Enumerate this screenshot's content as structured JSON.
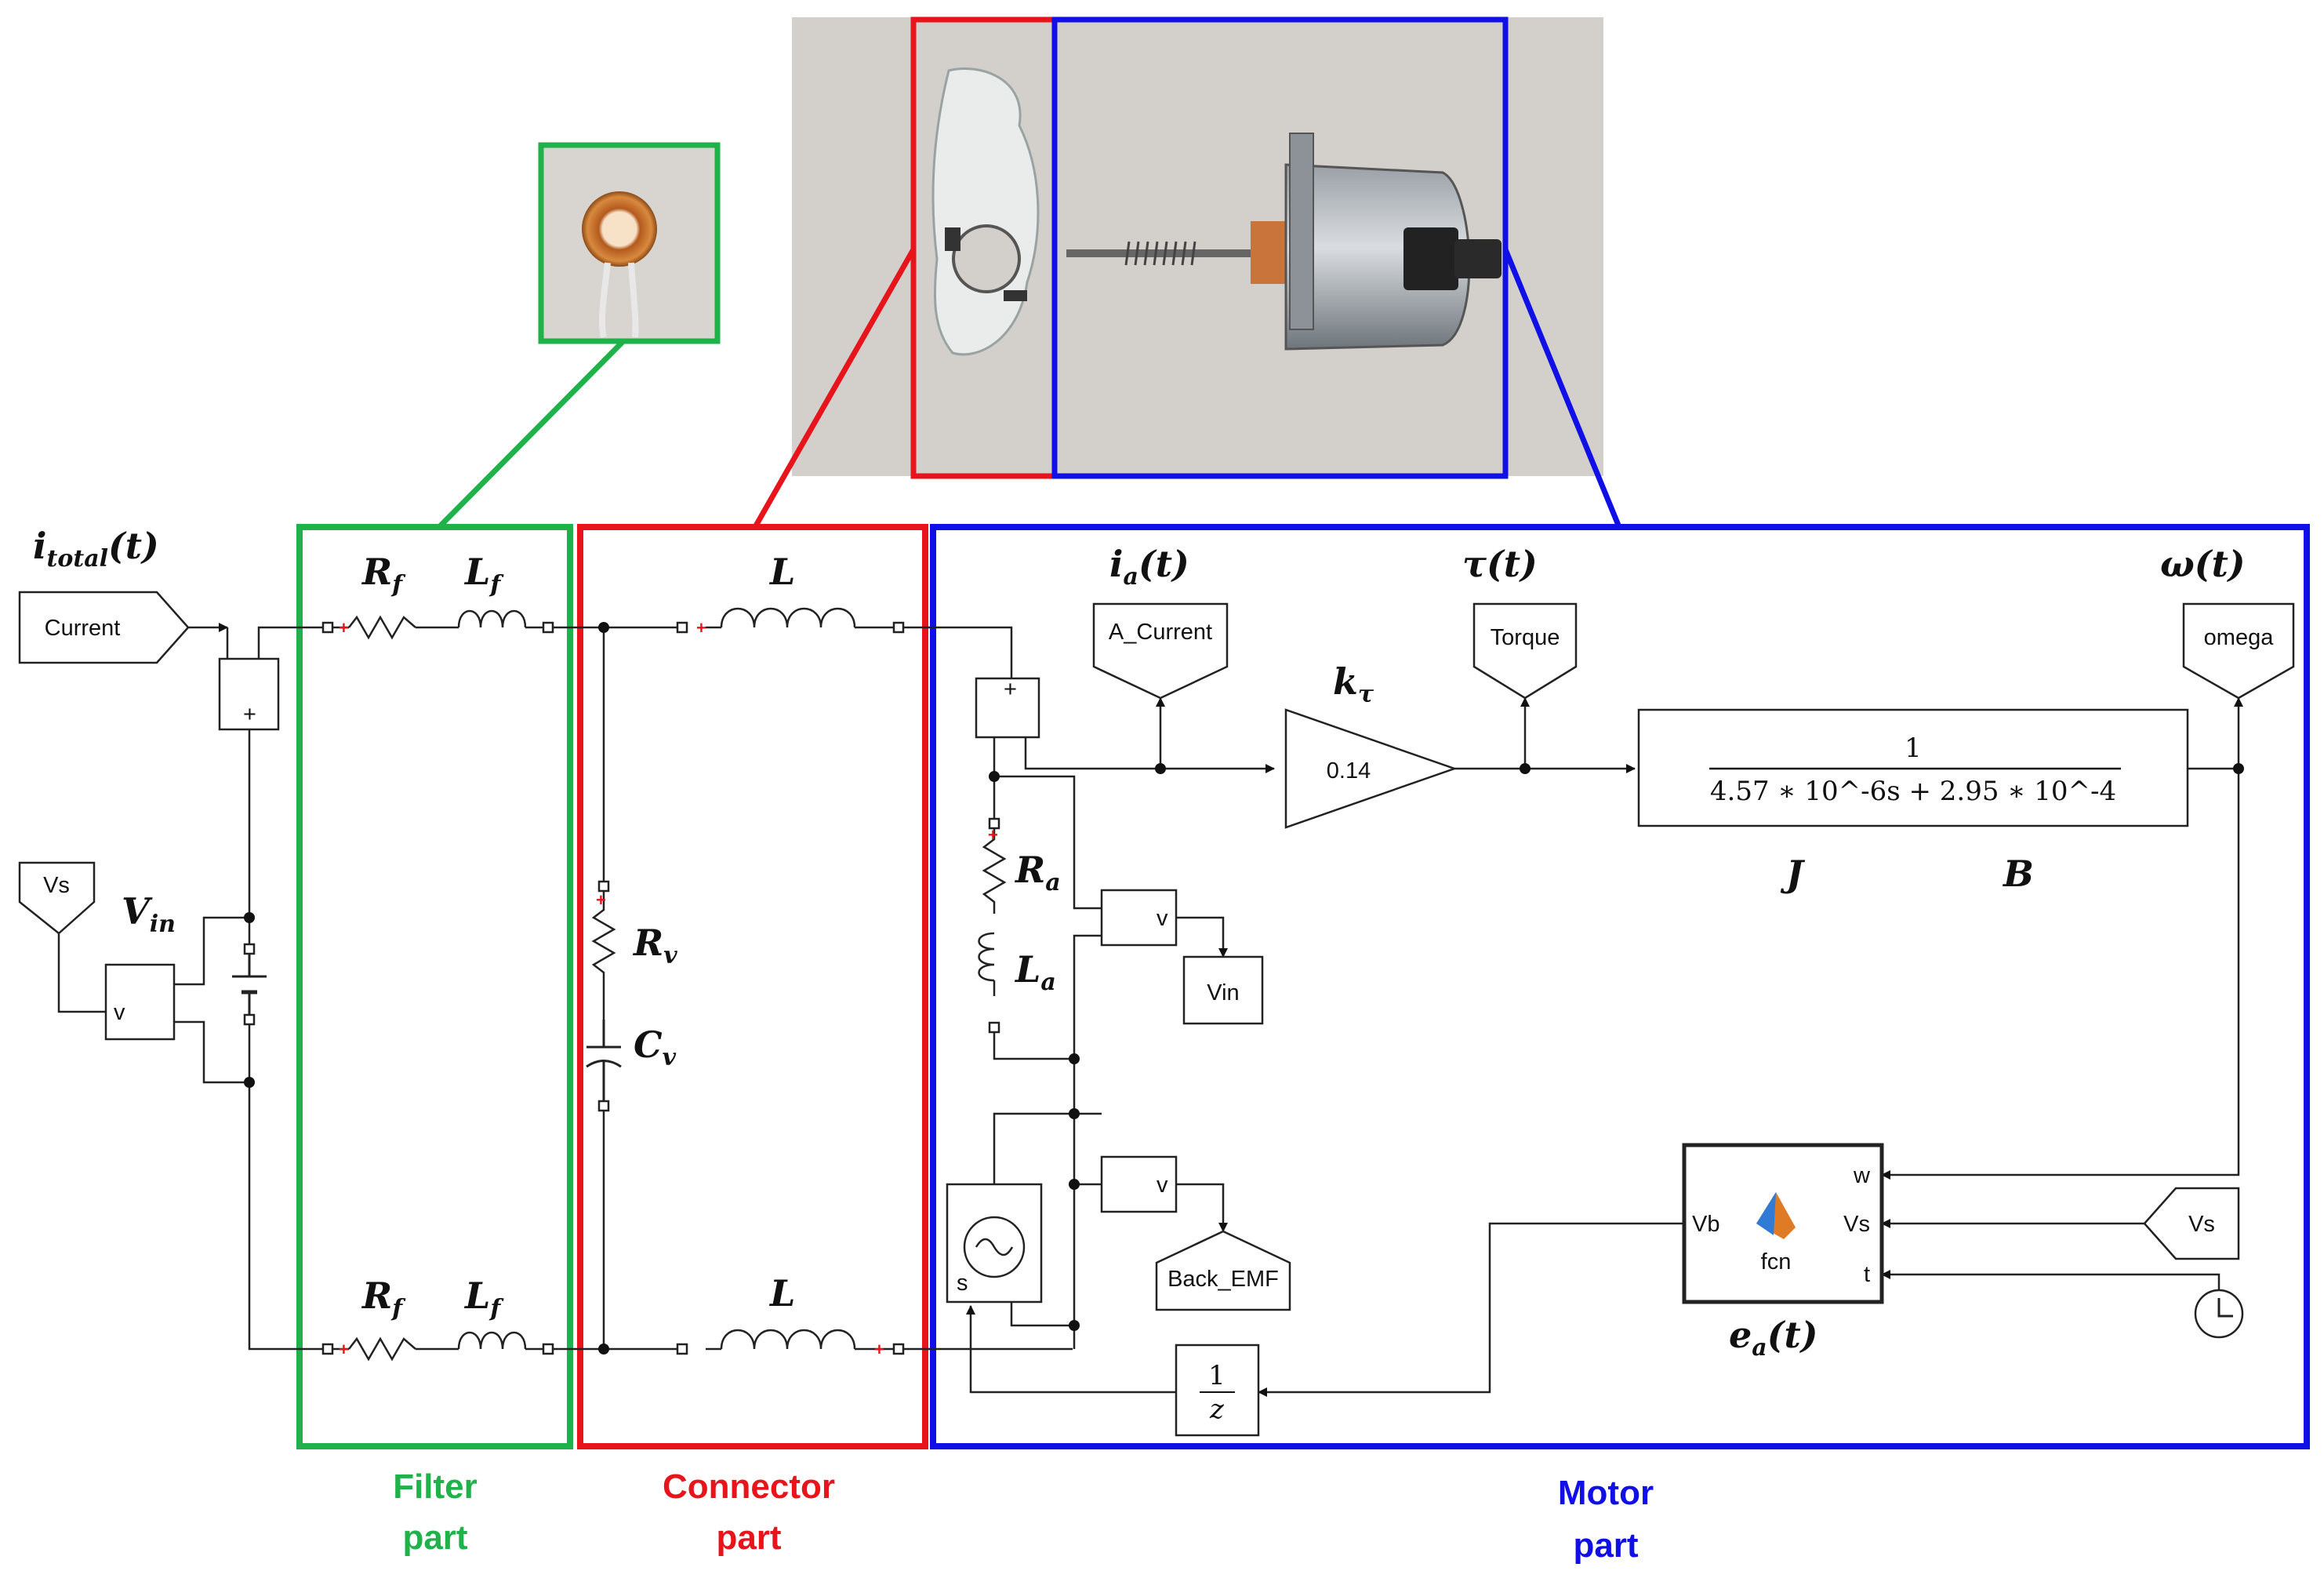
{
  "colors": {
    "filter": "#1fb14a",
    "connector": "#e8141c",
    "motor": "#1010e6",
    "wire": "#222222",
    "photo_bg": "#d6d2cd"
  },
  "photos": {
    "toroid_icon": "toroid-inductor-photo",
    "motor_icon": "dc-motor-photo"
  },
  "sections": {
    "filter": {
      "line1": "Filter",
      "line2": "part"
    },
    "connector": {
      "line1": "Connector",
      "line2": "part"
    },
    "motor": {
      "line1": "Motor",
      "line2": "part"
    }
  },
  "signals": {
    "i_total": "i_total(t)",
    "i_total_base": "i",
    "i_total_sub": "total",
    "i_total_arg": "(t)",
    "v_in_base": "V",
    "v_in_sub": "in",
    "i_a_base": "i",
    "i_a_sub": "a",
    "i_a_arg": "(t)",
    "tau": "τ(t)",
    "omega": "ω(t)",
    "k_tau_base": "k",
    "k_tau_sub": "τ",
    "e_a_base": "e",
    "e_a_sub": "a",
    "e_a_arg": "(t)"
  },
  "components": {
    "rf_base": "R",
    "rf_sub": "f",
    "lf_base": "L",
    "lf_sub": "f",
    "l": "L",
    "rv_base": "R",
    "rv_sub": "v",
    "cv_base": "C",
    "cv_sub": "v",
    "ra_base": "R",
    "ra_sub": "a",
    "la_base": "L",
    "la_sub": "a",
    "j": "J",
    "b": "B"
  },
  "blocks": {
    "current_goto": "Current",
    "vs_goto": "Vs",
    "a_current_goto": "A_Current",
    "torque_goto": "Torque",
    "omega_goto": "omega",
    "vin_goto": "Vin",
    "back_emf_goto": "Back_EMF",
    "vs_from": "Vs",
    "gain": "0.14",
    "tf_num": "1",
    "tf_den": "4.57 ∗ 10^-6s + 2.95 ∗ 10^-4",
    "delay_num": "1",
    "delay_den": "z",
    "fcn_name": "fcn",
    "fcn_in_w": "w",
    "fcn_in_vs": "Vs",
    "fcn_in_t": "t",
    "fcn_out_vb": "Vb",
    "sensor_v": "v",
    "plus": "+",
    "minus": "-",
    "source_s": "s"
  }
}
